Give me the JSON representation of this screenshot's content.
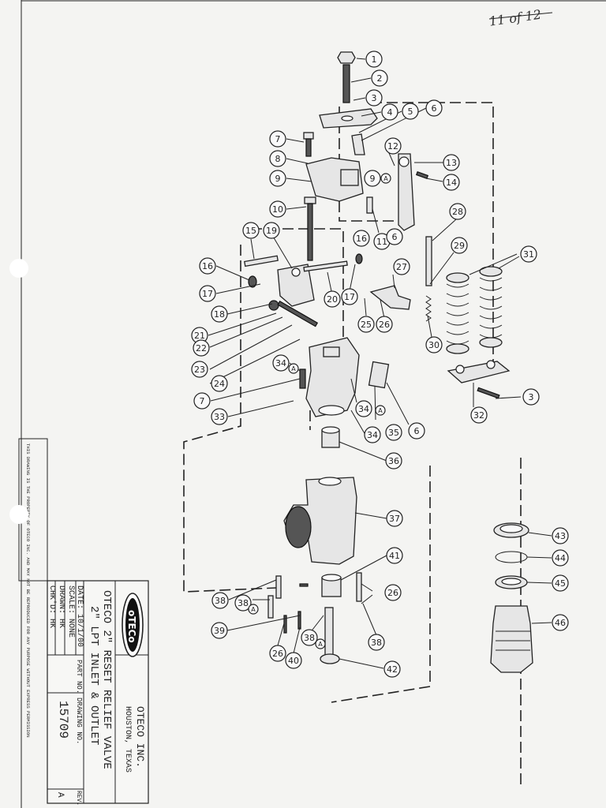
{
  "sheet": {
    "sheet_count": "11 of 12"
  },
  "callouts": [
    {
      "id": "1",
      "label": "1"
    },
    {
      "id": "2",
      "label": "2"
    },
    {
      "id": "3a",
      "label": "3"
    },
    {
      "id": "4",
      "label": "4"
    },
    {
      "id": "5",
      "label": "5"
    },
    {
      "id": "6a",
      "label": "6"
    },
    {
      "id": "7a",
      "label": "7"
    },
    {
      "id": "8",
      "label": "8"
    },
    {
      "id": "9a",
      "label": "9"
    },
    {
      "id": "9b",
      "label": "9"
    },
    {
      "id": "10",
      "label": "10"
    },
    {
      "id": "11",
      "label": "11"
    },
    {
      "id": "6b",
      "label": "6"
    },
    {
      "id": "12",
      "label": "12"
    },
    {
      "id": "13",
      "label": "13"
    },
    {
      "id": "14",
      "label": "14"
    },
    {
      "id": "15",
      "label": "15"
    },
    {
      "id": "19",
      "label": "19"
    },
    {
      "id": "16a",
      "label": "16"
    },
    {
      "id": "16b",
      "label": "16"
    },
    {
      "id": "17a",
      "label": "17"
    },
    {
      "id": "17b",
      "label": "17"
    },
    {
      "id": "18",
      "label": "18"
    },
    {
      "id": "20",
      "label": "20"
    },
    {
      "id": "21",
      "label": "21"
    },
    {
      "id": "22",
      "label": "22"
    },
    {
      "id": "23",
      "label": "23"
    },
    {
      "id": "24",
      "label": "24"
    },
    {
      "id": "7b",
      "label": "7"
    },
    {
      "id": "25",
      "label": "25"
    },
    {
      "id": "26a",
      "label": "26"
    },
    {
      "id": "27",
      "label": "27"
    },
    {
      "id": "28",
      "label": "28"
    },
    {
      "id": "29",
      "label": "29"
    },
    {
      "id": "30",
      "label": "30"
    },
    {
      "id": "31",
      "label": "31"
    },
    {
      "id": "32",
      "label": "32"
    },
    {
      "id": "3b",
      "label": "3"
    },
    {
      "id": "33",
      "label": "33"
    },
    {
      "id": "34a",
      "label": "34"
    },
    {
      "id": "34b",
      "label": "34"
    },
    {
      "id": "34c",
      "label": "34"
    },
    {
      "id": "35",
      "label": "35"
    },
    {
      "id": "6c",
      "label": "6"
    },
    {
      "id": "36",
      "label": "36"
    },
    {
      "id": "37",
      "label": "37"
    },
    {
      "id": "41",
      "label": "41"
    },
    {
      "id": "26b",
      "label": "26"
    },
    {
      "id": "38a",
      "label": "38"
    },
    {
      "id": "38b",
      "label": "38"
    },
    {
      "id": "39",
      "label": "39"
    },
    {
      "id": "26c",
      "label": "26"
    },
    {
      "id": "40",
      "label": "40"
    },
    {
      "id": "38c",
      "label": "38"
    },
    {
      "id": "38d",
      "label": "38"
    },
    {
      "id": "42",
      "label": "42"
    },
    {
      "id": "43",
      "label": "43"
    },
    {
      "id": "44",
      "label": "44"
    },
    {
      "id": "45",
      "label": "45"
    },
    {
      "id": "46",
      "label": "46"
    }
  ],
  "sub_letter": "A",
  "property_note": "THIS DRAWING IS THE PROPERTY OF OTECO INC. AND MAY NOT BE REPRODUCED FOR ANY PURPOSE WITHOUT EXPRESS PERMISSION",
  "title_block": {
    "logo_text": "oTECo",
    "company": "OTECO INC.",
    "location": "HOUSTON, TEXAS",
    "title_line1": "OTECO 2\" RESET RELIEF VALVE",
    "title_line2": "2\" LPT INLET & OUTLET",
    "date": "DATE: 10/1/00",
    "scale": "SCALE: NONE",
    "drawn": "DRAWN: HK",
    "checked": "CHK'D: HK",
    "part_no_label": "PART NO.",
    "drawing_no_label": "DRAWING NO.",
    "drawing_no": "15709",
    "rev_label": "REV.",
    "rev": "A"
  }
}
